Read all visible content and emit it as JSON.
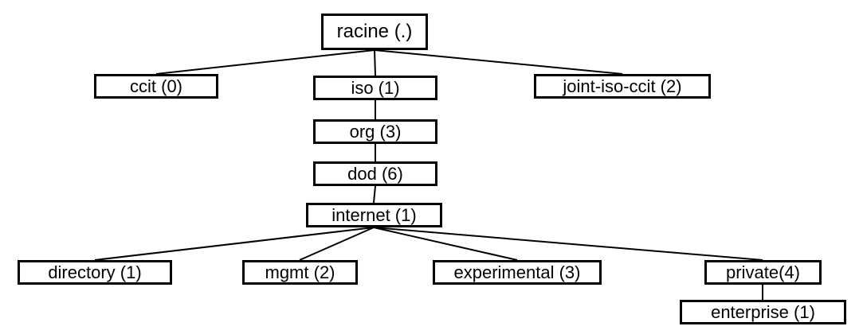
{
  "tree": {
    "root": "racine (.)",
    "ccit": "ccit (0)",
    "iso": "iso (1)",
    "joint_iso_ccit": "joint-iso-ccit (2)",
    "org": "org (3)",
    "dod": "dod (6)",
    "internet": "internet (1)",
    "directory": "directory (1)",
    "mgmt": "mgmt (2)",
    "experimental": "experimental (3)",
    "private": "private(4)",
    "enterprise": "enterprise (1)"
  },
  "colors": {
    "line": "#000000",
    "box_border": "#000000",
    "background": "#ffffff"
  }
}
